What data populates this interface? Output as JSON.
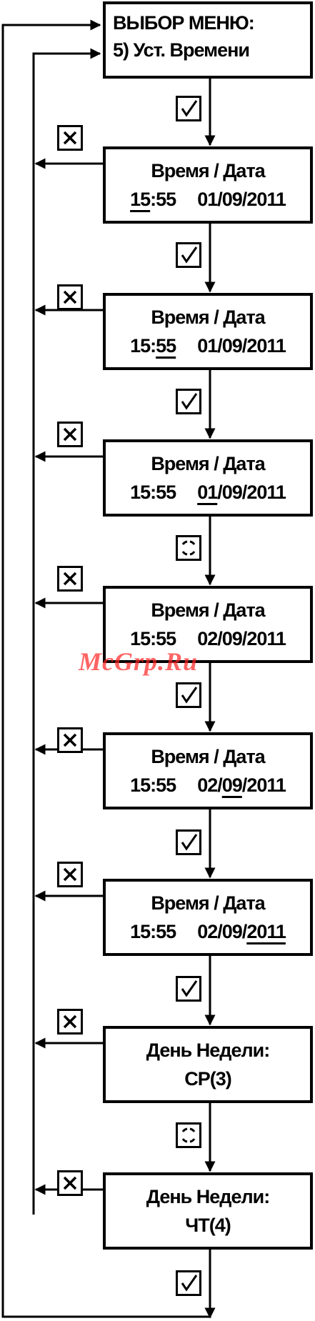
{
  "menu": {
    "line1": "ВЫБОР МЕНЮ:",
    "line2": "5) Уст. Времени"
  },
  "boxes": [
    {
      "title": "Время / Дата",
      "time_h": "15",
      "time_m": "55",
      "day": "01",
      "month": "09",
      "year": "2011",
      "underline": "hour"
    },
    {
      "title": "Время / Дата",
      "time_h": "15",
      "time_m": "55",
      "day": "01",
      "month": "09",
      "year": "2011",
      "underline": "minute"
    },
    {
      "title": "Время / Дата",
      "time_h": "15",
      "time_m": "55",
      "day": "01",
      "month": "09",
      "year": "2011",
      "underline": "day"
    },
    {
      "title": "Время / Дата",
      "time_h": "15",
      "time_m": "55",
      "day": "02",
      "month": "09",
      "year": "2011",
      "underline": "none"
    },
    {
      "title": "Время / Дата",
      "time_h": "15",
      "time_m": "55",
      "day": "02",
      "month": "09",
      "year": "2011",
      "underline": "month"
    },
    {
      "title": "Время / Дата",
      "time_h": "15",
      "time_m": "55",
      "day": "02",
      "month": "09",
      "year": "2011",
      "underline": "year"
    },
    {
      "title": "День Недели:",
      "value": "СР(3)"
    },
    {
      "title": "День Недели:",
      "value": "ЧТ(4)"
    }
  ],
  "steps": [
    "check",
    "check",
    "check",
    "rotate",
    "check",
    "check",
    "check",
    "rotate",
    "check"
  ],
  "cancel_icons": 8,
  "watermark": "McGrp.Ru",
  "colors": {
    "line": "#000000",
    "watermark": "#ff2222"
  }
}
